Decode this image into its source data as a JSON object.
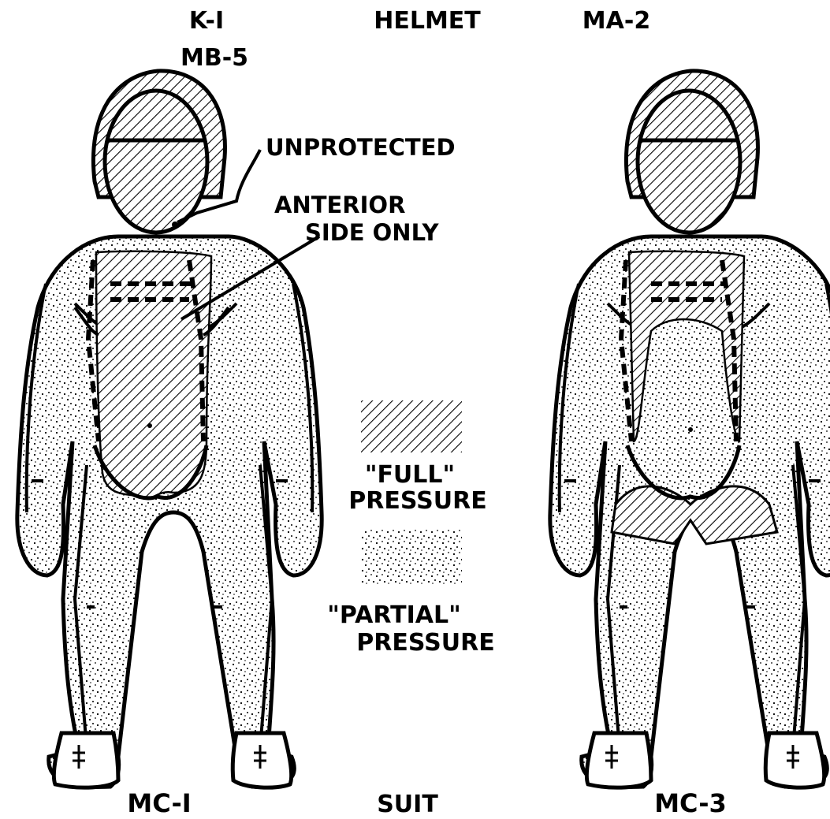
{
  "labels": {
    "helmet_left": "K-I",
    "helmet_center": "HELMET",
    "helmet_right": "MA-2",
    "helmet_left_2": "MB-5",
    "unprotected": "UNPROTECTED",
    "anterior": "ANTERIOR",
    "side_only": "SIDE ONLY",
    "suit_left": "MC-I",
    "suit_center": "SUIT",
    "suit_right": "MC-3"
  },
  "legend": {
    "full_line1": "\"FULL\"",
    "full_line2": "PRESSURE",
    "partial_line1": "\"PARTIAL\"",
    "partial_line2": "PRESSURE"
  },
  "colors": {
    "ink": "#000000",
    "paper": "#ffffff"
  }
}
